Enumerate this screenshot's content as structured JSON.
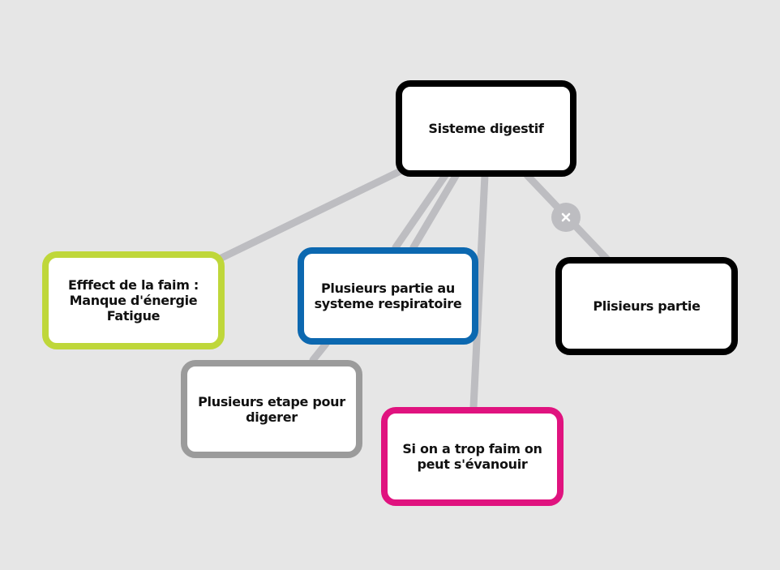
{
  "map": {
    "root": {
      "label": "Sisteme digestif",
      "border_color": "#000000"
    },
    "children": [
      {
        "key": "hunger",
        "label": "Efffect de la faim :\nManque d'énergie\nFatigue",
        "border_color": "#bfd73a"
      },
      {
        "key": "resp",
        "label": "Plusieurs partie au\nsysteme respiratoire",
        "border_color": "#0c68b0"
      },
      {
        "key": "parts",
        "label": "Plisieurs partie",
        "border_color": "#000000"
      },
      {
        "key": "digest",
        "label": "Plusieurs etape pour\ndigerer",
        "border_color": "#9b9b9b"
      },
      {
        "key": "faint",
        "label": "Si on a trop faim on\npeut s'évanouir",
        "border_color": "#e0137f"
      }
    ]
  },
  "connector_color": "#bdbdc1",
  "delete_control": {
    "icon": "close-icon",
    "glyph": "×"
  }
}
